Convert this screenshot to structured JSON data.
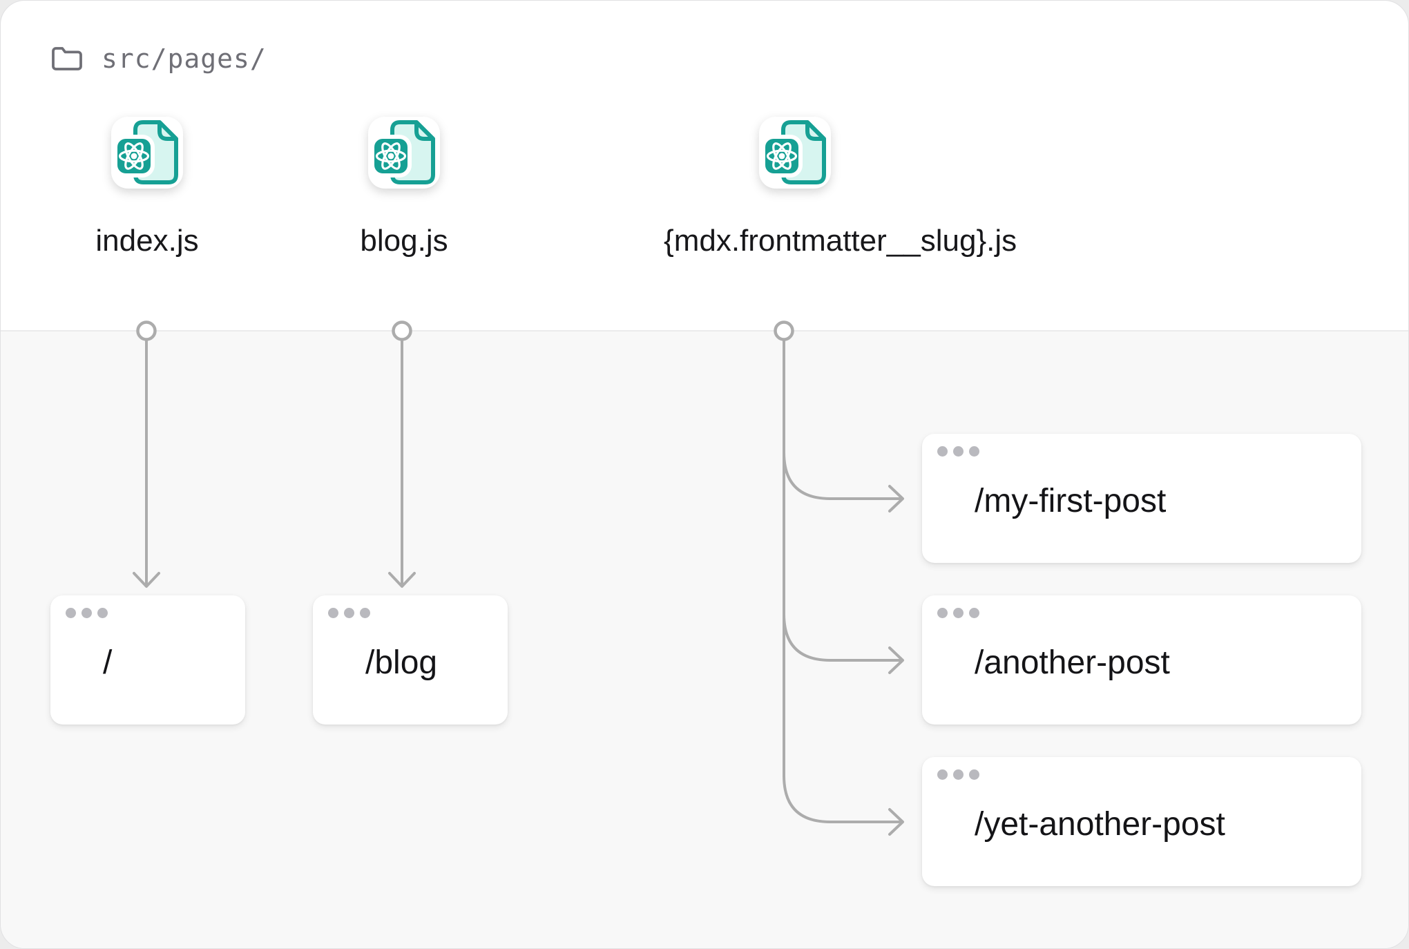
{
  "header": {
    "folder_icon": "folder-icon",
    "directory": "src/pages/"
  },
  "files": [
    {
      "icon": "react-file-icon",
      "name": "index.js"
    },
    {
      "icon": "react-file-icon",
      "name": "blog.js"
    },
    {
      "icon": "react-file-icon",
      "name": "{mdx.frontmatter__slug}.js"
    }
  ],
  "routes": [
    {
      "path": "/"
    },
    {
      "path": "/blog"
    },
    {
      "path": "/my-first-post"
    },
    {
      "path": "/another-post"
    },
    {
      "path": "/yet-another-post"
    }
  ],
  "connections": [
    {
      "from": "index.js",
      "to": [
        "/"
      ]
    },
    {
      "from": "blog.js",
      "to": [
        "/blog"
      ]
    },
    {
      "from": "{mdx.frontmatter__slug}.js",
      "to": [
        "/my-first-post",
        "/another-post",
        "/yet-another-post"
      ]
    }
  ],
  "colors": {
    "teal": "#16A094",
    "mint": "#D7F5F0",
    "wire_gray": "#ACACAC",
    "text_dark": "#141417",
    "dir_gray": "#6F6F76",
    "panel_gray": "#F8F8F8",
    "dot_gray": "#B9B9BE"
  }
}
